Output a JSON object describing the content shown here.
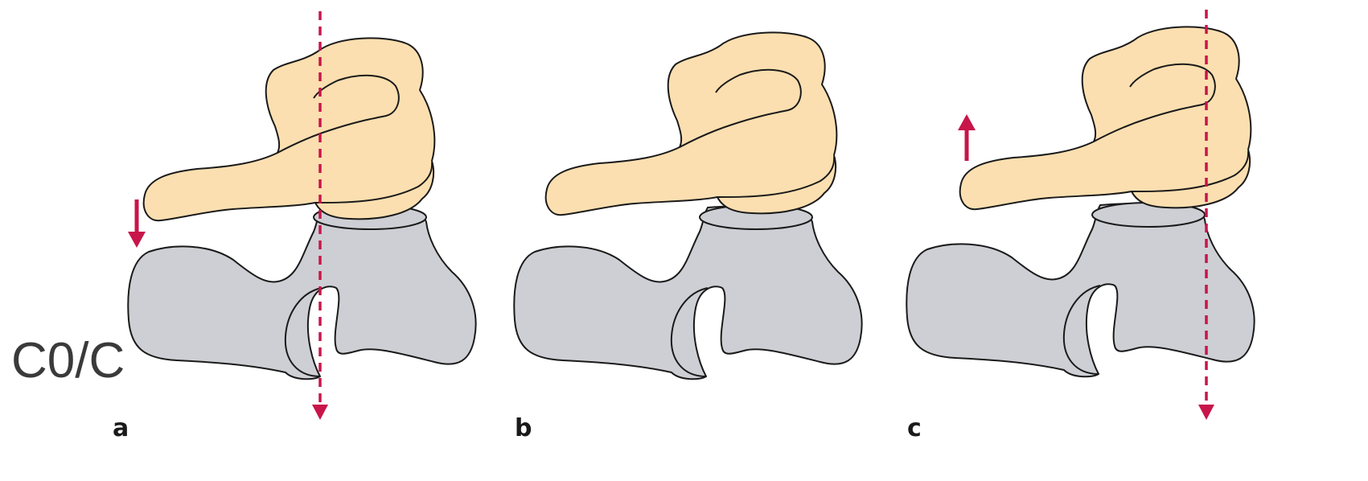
{
  "slide": {
    "text": "C0/C"
  },
  "panels": [
    {
      "label": "a"
    },
    {
      "label": "b"
    },
    {
      "label": "c"
    }
  ],
  "colors": {
    "atlas": "#fcdfb0",
    "axis_vertebra": "#cdcfd4",
    "arrow": "#c8154a",
    "outline": "#1a1a1a"
  }
}
